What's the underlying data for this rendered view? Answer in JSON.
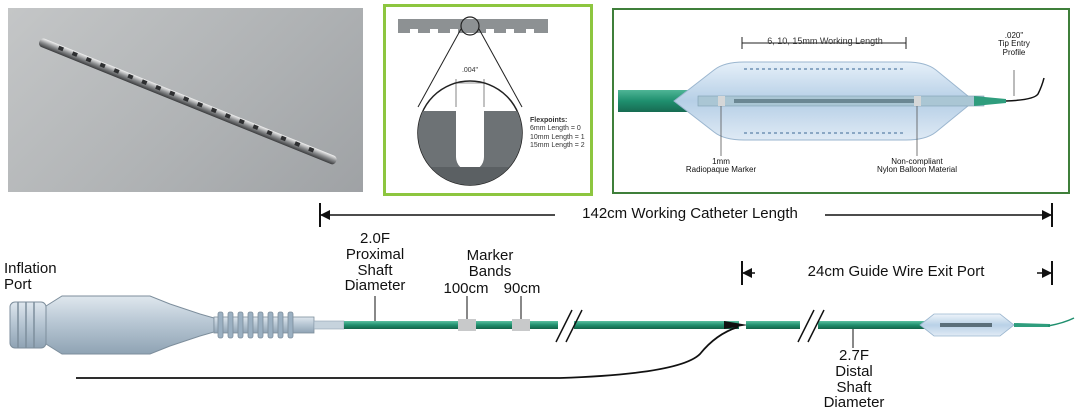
{
  "panels": {
    "flex_detail": {
      "gap": ".004\"",
      "flexpoints_title": "Flexpoints:",
      "flexpoints": [
        "6mm Length = 0",
        "10mm Length = 1",
        "15mm Length = 2"
      ]
    },
    "balloon_detail": {
      "working_length": "6, 10, 15mm Working Length",
      "tip_entry": [
        ".020\"",
        "Tip Entry",
        "Profile"
      ],
      "marker": [
        "1mm",
        "Radiopaque Marker"
      ],
      "balloon_material": [
        "Non-compliant",
        "Nylon Balloon Material"
      ]
    }
  },
  "catheter": {
    "working_length": "142cm Working Catheter Length",
    "guide_wire": "24cm Guide Wire Exit Port",
    "inflation_port": [
      "Inflation",
      "Port"
    ],
    "proximal": [
      "2.0F",
      "Proximal",
      "Shaft",
      "Diameter"
    ],
    "marker_bands": [
      "Marker",
      "Bands"
    ],
    "marker_100": "100cm",
    "marker_90": "90cm",
    "distal": [
      "2.7F",
      "Distal",
      "Shaft",
      "Diameter"
    ]
  },
  "colors": {
    "panel_border_light": "#8dc63f",
    "panel_border_dark": "#3f7f3a",
    "shaft_green": "#1f8f6e",
    "balloon_blue": "#c9dff1"
  }
}
